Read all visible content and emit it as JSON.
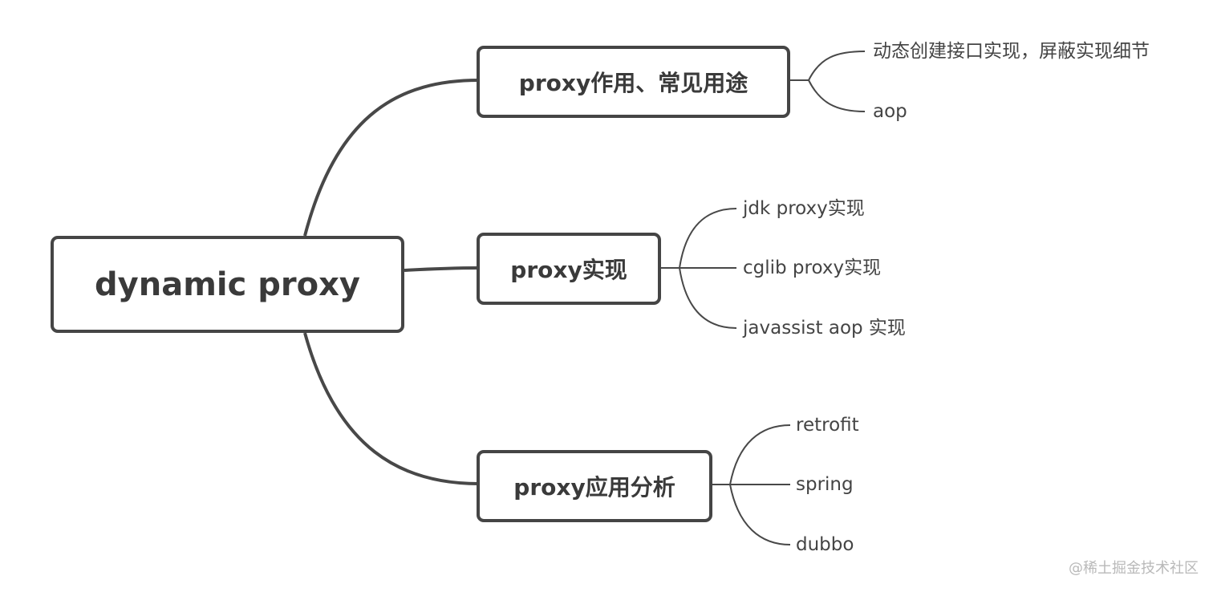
{
  "root": {
    "label": "dynamic proxy"
  },
  "branches": [
    {
      "label": "proxy作用、常见用途",
      "leaves": [
        "动态创建接口实现，屏蔽实现细节",
        "aop"
      ]
    },
    {
      "label": "proxy实现",
      "leaves": [
        "jdk proxy实现",
        "cglib proxy实现",
        "javassist aop 实现"
      ]
    },
    {
      "label": "proxy应用分析",
      "leaves": [
        "retrofit",
        "spring",
        "dubbo"
      ]
    }
  ],
  "watermark": "@稀土掘金技术社区",
  "colors": {
    "line": "#484848",
    "border": "#454545",
    "text": "#3a3a3a"
  }
}
